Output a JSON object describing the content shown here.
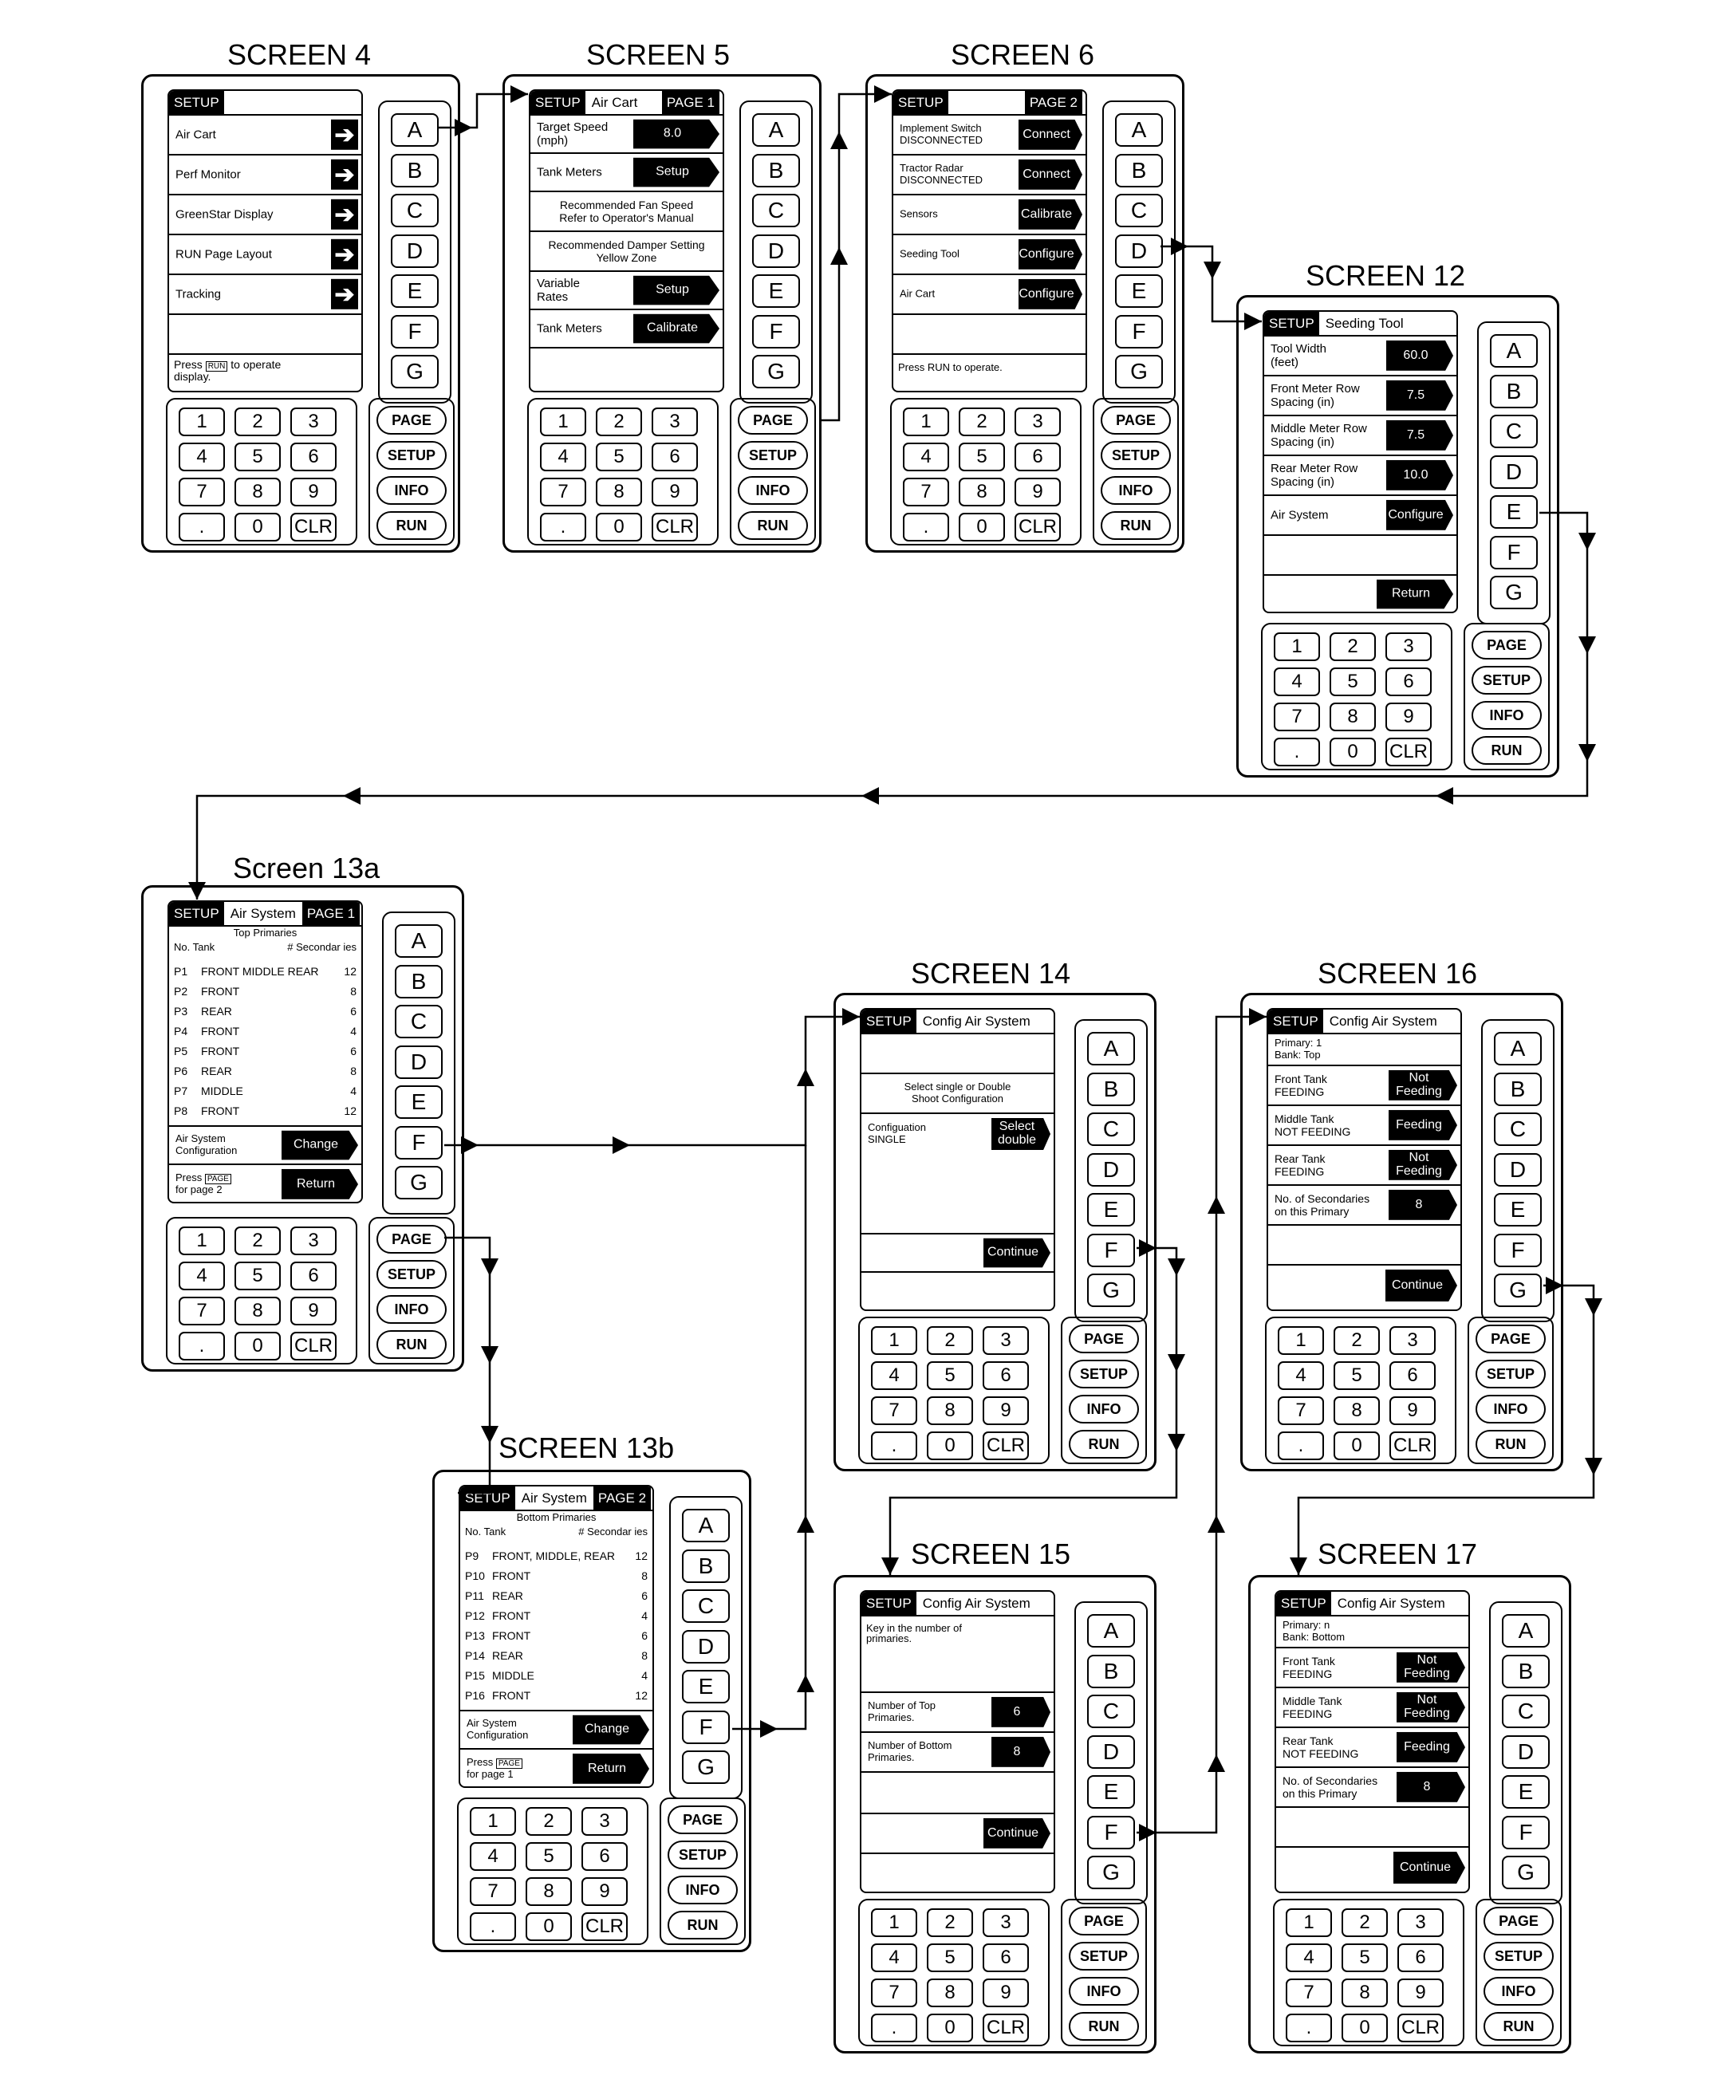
{
  "letters": [
    "A",
    "B",
    "C",
    "D",
    "E",
    "F",
    "G"
  ],
  "keys": [
    "1",
    "2",
    "3",
    "4",
    "5",
    "6",
    "7",
    "8",
    "9",
    ".",
    "0",
    "CLR"
  ],
  "fkeys": [
    "PAGE",
    "SETUP",
    "INFO",
    "RUN"
  ],
  "screens": {
    "s4": {
      "title": "SCREEN 4",
      "header": {
        "tag": "SETUP",
        "title": "",
        "page": ""
      },
      "rows": [
        {
          "label": "Air Cart"
        },
        {
          "label": "Perf Monitor"
        },
        {
          "label": "GreenStar Display"
        },
        {
          "label": "RUN Page Layout"
        },
        {
          "label": "Tracking"
        }
      ],
      "footer": {
        "pre": "Press",
        "tag": "RUN",
        "post": "to operate\ndisplay."
      }
    },
    "s5": {
      "title": "SCREEN 5",
      "header": {
        "tag": "SETUP",
        "title": "Air Cart",
        "page": "PAGE 1"
      },
      "rows": [
        {
          "label": "Target Speed\n(mph)",
          "btn": "8.0"
        },
        {
          "label": "Tank Meters",
          "btn": "Setup"
        },
        {
          "center": "Recommended Fan Speed\nRefer to Operator's Manual"
        },
        {
          "center": "Recommended Damper Setting\nYellow Zone"
        },
        {
          "label": "Variable\nRates",
          "btn": "Setup"
        },
        {
          "label": "Tank Meters",
          "btn": "Calibrate"
        }
      ]
    },
    "s6": {
      "title": "SCREEN 6",
      "header": {
        "tag": "SETUP",
        "title": "",
        "page": "PAGE 2"
      },
      "rows": [
        {
          "label": "Implement Switch\nDISCONNECTED",
          "btn": "Connect"
        },
        {
          "label": "Tractor Radar\nDISCONNECTED",
          "btn": "Connect"
        },
        {
          "label": "Sensors",
          "btn": "Calibrate"
        },
        {
          "label": "Seeding Tool",
          "btn": "Configure"
        },
        {
          "label": "Air Cart",
          "btn": "Configure"
        }
      ],
      "footer": "Press RUN to operate."
    },
    "s12": {
      "title": "SCREEN 12",
      "header": {
        "tag": "SETUP",
        "title": "Seeding Tool",
        "page": ""
      },
      "rows": [
        {
          "label": "Tool Width\n(feet)",
          "btn": "60.0"
        },
        {
          "label": "Front Meter Row\nSpacing (in)",
          "btn": "7.5"
        },
        {
          "label": "Middle Meter Row\nSpacing (in)",
          "btn": "7.5"
        },
        {
          "label": "Rear Meter Row\nSpacing (in)",
          "btn": "10.0"
        },
        {
          "label": "Air System",
          "btn": "Configure"
        }
      ],
      "return_label": "Return"
    },
    "s13a": {
      "title": "Screen 13a",
      "header": {
        "tag": "SETUP",
        "title": "Air System",
        "page": "PAGE 1"
      },
      "subheader": "Top Primaries",
      "cols": {
        "left": "No. Tank",
        "right": "# Secondar ies"
      },
      "list": [
        {
          "no": "P1",
          "tank": "FRONT MIDDLE REAR",
          "sec": "12"
        },
        {
          "no": "P2",
          "tank": "FRONT",
          "sec": "8"
        },
        {
          "no": "P3",
          "tank": "REAR",
          "sec": "6"
        },
        {
          "no": "P4",
          "tank": "FRONT",
          "sec": "4"
        },
        {
          "no": "P5",
          "tank": "FRONT",
          "sec": "6"
        },
        {
          "no": "P6",
          "tank": "REAR",
          "sec": "8"
        },
        {
          "no": "P7",
          "tank": "MIDDLE",
          "sec": "4"
        },
        {
          "no": "P8",
          "tank": "FRONT",
          "sec": "12"
        }
      ],
      "config_label": "Air System\nConfiguration",
      "change_btn": "Change",
      "press_pre": "Press",
      "press_tag": "PAGE",
      "press_post": "for page 2",
      "return_btn": "Return"
    },
    "s13b": {
      "title": "SCREEN 13b",
      "header": {
        "tag": "SETUP",
        "title": "Air System",
        "page": "PAGE 2"
      },
      "subheader": "Bottom Primaries",
      "cols": {
        "left": "No. Tank",
        "right": "# Secondar ies"
      },
      "list": [
        {
          "no": "P9",
          "tank": "FRONT, MIDDLE, REAR",
          "sec": "12"
        },
        {
          "no": "P10",
          "tank": "FRONT",
          "sec": "8"
        },
        {
          "no": "P11",
          "tank": "REAR",
          "sec": "6"
        },
        {
          "no": "P12",
          "tank": "FRONT",
          "sec": "4"
        },
        {
          "no": "P13",
          "tank": "FRONT",
          "sec": "6"
        },
        {
          "no": "P14",
          "tank": "REAR",
          "sec": "8"
        },
        {
          "no": "P15",
          "tank": "MIDDLE",
          "sec": "4"
        },
        {
          "no": "P16",
          "tank": "FRONT",
          "sec": "12"
        }
      ],
      "config_label": "Air System\nConfiguration",
      "change_btn": "Change",
      "press_pre": "Press",
      "press_tag": "PAGE",
      "press_post": "for page 1",
      "return_btn": "Return"
    },
    "s14": {
      "title": "SCREEN 14",
      "header": {
        "tag": "SETUP",
        "title": "Config Air System",
        "page": ""
      },
      "instruction": "Select single or Double\nShoot Configuration",
      "config_label": "Configuation\nSINGLE",
      "config_btn": "Select\ndouble",
      "continue_btn": "Continue"
    },
    "s15": {
      "title": "SCREEN 15",
      "header": {
        "tag": "SETUP",
        "title": "Config Air System",
        "page": ""
      },
      "instruction": "Key in the number of\nprimaries.",
      "rows": [
        {
          "label": "Number of Top\nPrimaries.",
          "btn": "6"
        },
        {
          "label": "Number of Bottom\nPrimaries.",
          "btn": "8"
        }
      ],
      "continue_btn": "Continue"
    },
    "s16": {
      "title": "SCREEN 16",
      "header": {
        "tag": "SETUP",
        "title": "Config Air System",
        "page": ""
      },
      "primary": "Primary: 1\nBank: Top",
      "rows": [
        {
          "label": "Front Tank\nFEEDING",
          "btn": "Not\nFeeding"
        },
        {
          "label": "Middle Tank\nNOT FEEDING",
          "btn": "Feeding"
        },
        {
          "label": "Rear Tank\nFEEDING",
          "btn": "Not\nFeeding"
        },
        {
          "label": "No. of Secondaries\non this Primary",
          "btn": "8"
        }
      ],
      "continue_btn": "Continue"
    },
    "s17": {
      "title": "SCREEN 17",
      "header": {
        "tag": "SETUP",
        "title": "Config Air System",
        "page": ""
      },
      "primary": "Primary: n\nBank: Bottom",
      "rows": [
        {
          "label": "Front Tank\nFEEDING",
          "btn": "Not\nFeeding"
        },
        {
          "label": "Middle Tank\nFEEDING",
          "btn": "Not\nFeeding"
        },
        {
          "label": "Rear Tank\nNOT FEEDING",
          "btn": "Feeding"
        },
        {
          "label": "No. of Secondaries\non this Primary",
          "btn": "8"
        }
      ],
      "continue_btn": "Continue"
    }
  }
}
